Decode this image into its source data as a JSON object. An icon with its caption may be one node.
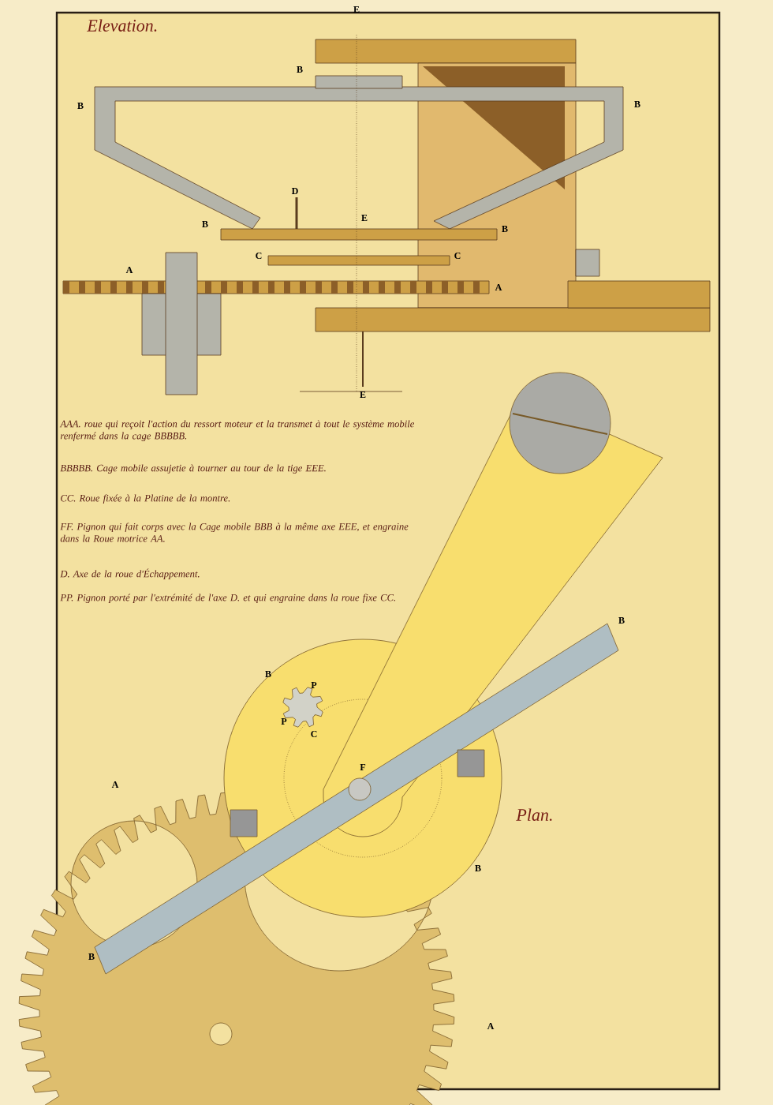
{
  "diagram": {
    "labels": [
      "Elevation.",
      "E",
      "B",
      "B",
      "B",
      "D",
      "B",
      "E",
      "B",
      "C",
      "C",
      "A",
      "A",
      "E",
      "AAA. roue qui reçoit l'action du ressort moteur et la transmet à tout le système mobile renfermé dans la cage BBBBB.",
      "BBBBB. Cage mobile assujetie à tourner au tour de la tige EEE.",
      "CC. Roue fixée à la Platine de la montre.",
      "FF. Pignon qui fait corps avec la Cage mobile BBB à la même axe EEE, et engraine dans la Roue motrice AA.",
      "D. Axe de la roue d'Échappement.",
      "PP. Pignon porté par l'extrémité de l'axe D. et qui engraine dans la roue fixe CC.",
      "B",
      "B",
      "P",
      "P",
      "C",
      "F",
      "A",
      "Plan.",
      "B",
      "B",
      "A"
    ]
  }
}
